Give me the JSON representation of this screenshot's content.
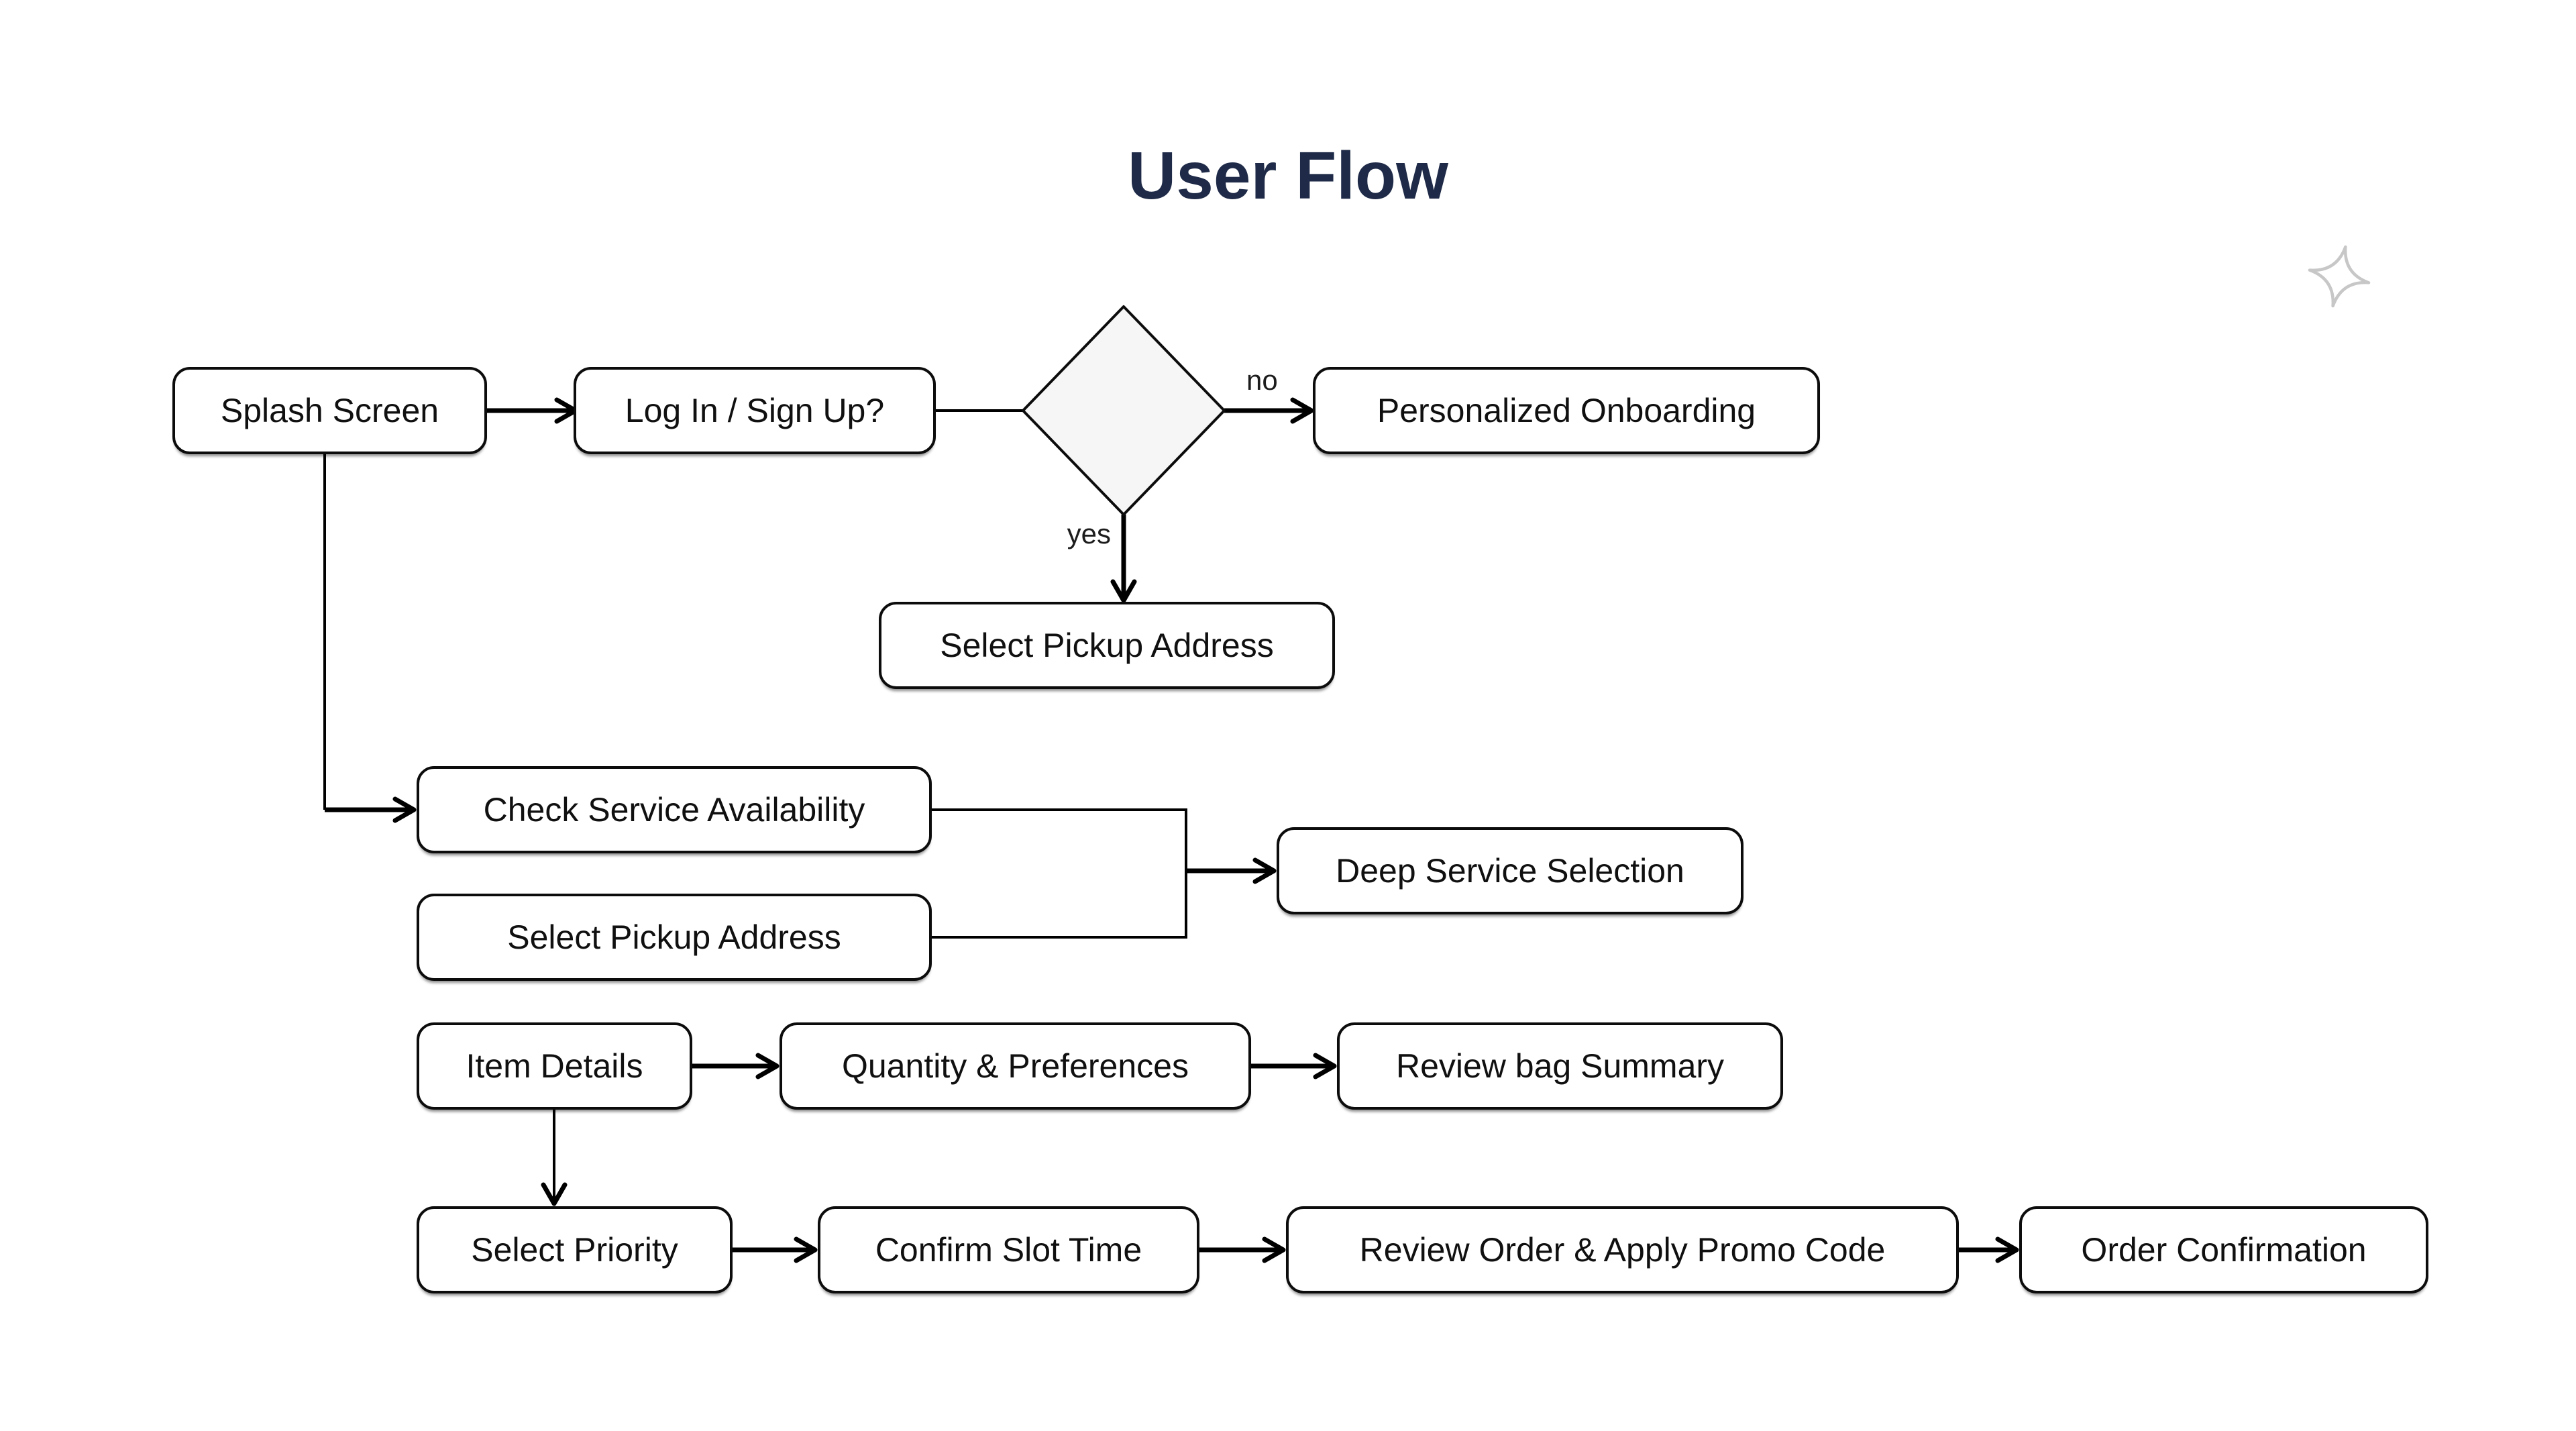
{
  "title": "User Flow",
  "colors": {
    "background": "#ffffff",
    "title_text": "#1e2a47",
    "node_border": "#0c0c0c",
    "node_fill": "#ffffff",
    "node_text": "#101010",
    "decision_fill": "#f6f6f6",
    "connector": "#000000",
    "sparkle": "#c7c7c7"
  },
  "icons": {
    "sparkle": "four-point-sparkle"
  },
  "nodes": {
    "splash": {
      "label": "Splash Screen",
      "type": "process"
    },
    "login": {
      "label": "Log In / Sign Up?",
      "type": "process"
    },
    "decision": {
      "label": "",
      "type": "decision"
    },
    "onboarding": {
      "label": "Personalized Onboarding",
      "type": "process"
    },
    "pickup_after_login": {
      "label": "Select Pickup Address",
      "type": "process"
    },
    "check_availability": {
      "label": "Check Service Availability",
      "type": "process"
    },
    "pickup_address": {
      "label": "Select Pickup Address",
      "type": "process"
    },
    "deep_service": {
      "label": "Deep Service Selection",
      "type": "process"
    },
    "item_details": {
      "label": "Item Details",
      "type": "process"
    },
    "quantity_preferences": {
      "label": "Quantity & Preferences",
      "type": "process"
    },
    "review_bag": {
      "label": "Review bag Summary",
      "type": "process"
    },
    "select_priority": {
      "label": "Select Priority",
      "type": "process"
    },
    "confirm_slot": {
      "label": "Confirm Slot Time",
      "type": "process"
    },
    "review_order": {
      "label": "Review Order & Apply Promo Code",
      "type": "process"
    },
    "order_confirmation": {
      "label": "Order Confirmation",
      "type": "process"
    }
  },
  "edge_labels": {
    "no": "no",
    "yes": "yes"
  }
}
